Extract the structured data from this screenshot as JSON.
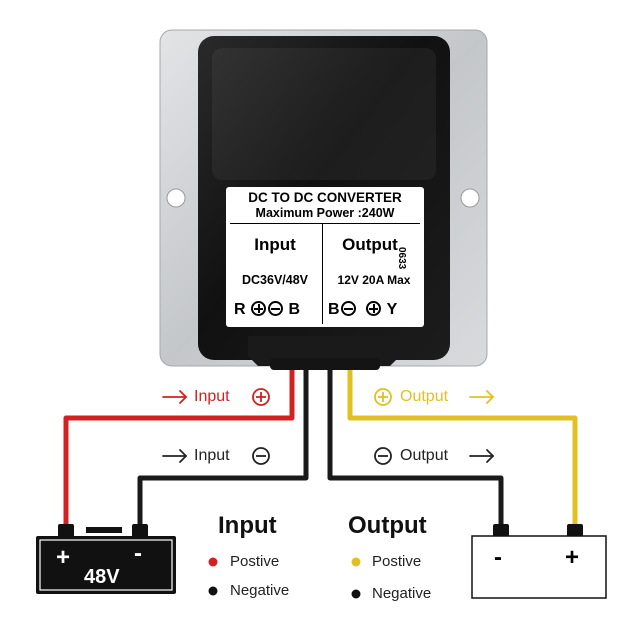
{
  "device": {
    "label_title": "DC TO DC CONVERTER",
    "label_subtitle": "Maximum Power :240W",
    "input_heading": "Input",
    "output_heading": "Output",
    "input_voltage": "DC36V/48V",
    "output_spec": "12V 20A Max",
    "serial": "0633",
    "input_pin_left": "R",
    "input_pin_right": "B",
    "output_pin_left": "B",
    "output_pin_right": "Y"
  },
  "wires": {
    "input_positive_label": "Input",
    "input_negative_label": "Input",
    "output_positive_label": "Output",
    "output_negative_label": "Output"
  },
  "battery": {
    "label": "48V",
    "plus": "+",
    "minus": "-"
  },
  "load": {
    "plus": "+",
    "minus": "-"
  },
  "legend": {
    "input_title": "Input",
    "input_positive": "Postive",
    "input_negative": "Negative",
    "output_title": "Output",
    "output_positive": "Postive",
    "output_negative": "Negative"
  },
  "colors": {
    "red_wire": "#d32020",
    "yellow_wire": "#e2c021",
    "black_wire": "#1a1a1a",
    "housing": "#161616",
    "plate": "#c9ccce"
  }
}
